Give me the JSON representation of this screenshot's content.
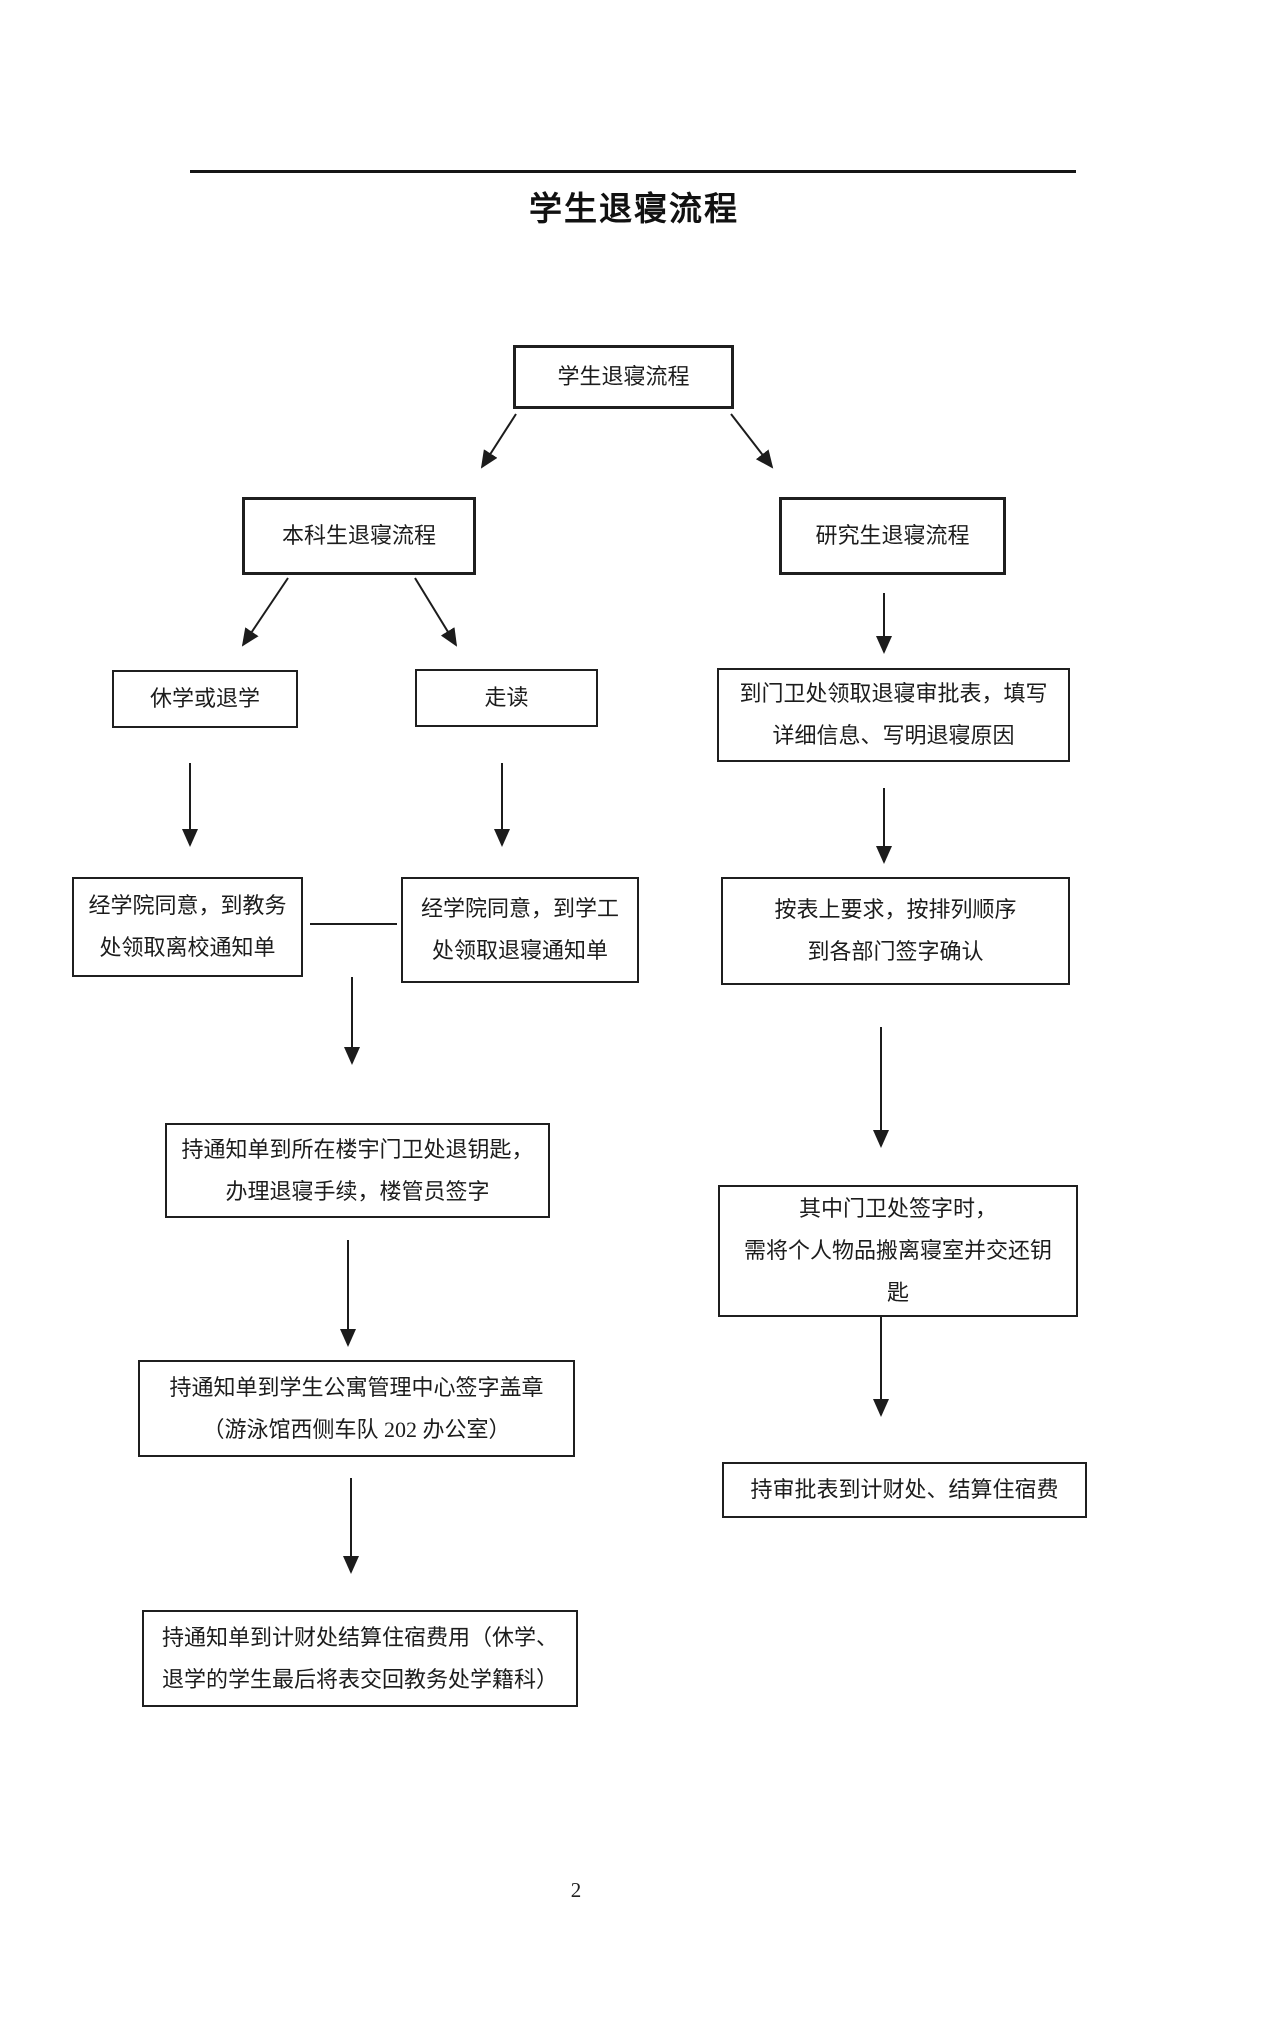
{
  "page": {
    "title": "学生退寝流程",
    "page_number": "2"
  },
  "nodes": {
    "root": {
      "text": "学生退寝流程"
    },
    "undergrad": {
      "text": "本科生退寝流程"
    },
    "grad": {
      "text": "研究生退寝流程"
    },
    "suspend_or_quit": {
      "text": "休学或退学"
    },
    "commute": {
      "text": "走读"
    },
    "grad_get_form": {
      "text": "到门卫处领取退寝审批表，填写\n详细信息、写明退寝原因"
    },
    "suspend_notice": {
      "text": "经学院同意，到教务\n处领取离校通知单"
    },
    "commute_notice": {
      "text": "经学院同意，到学工\n处领取退寝通知单"
    },
    "return_key": {
      "text": "持通知单到所在楼宇门卫处退钥匙，\n办理退寝手续，楼管员签字"
    },
    "apartment_center": {
      "text": "持通知单到学生公寓管理中心签字盖章\n（游泳馆西侧车队 202 办公室）"
    },
    "undergrad_finance": {
      "text": "持通知单到计财处结算住宿费用（休学、\n退学的学生最后将表交回教务处学籍科）"
    },
    "grad_sign_order": {
      "text": "按表上要求，按排列顺序\n到各部门签字确认"
    },
    "grad_guard_sign": {
      "text": "其中门卫处签字时，\n需将个人物品搬离寝室并交还钥\n匙"
    },
    "grad_finance": {
      "text": "持审批表到计财处、结算住宿费"
    }
  },
  "colors": {
    "ink": "#1c1c1c",
    "background": "#ffffff"
  }
}
